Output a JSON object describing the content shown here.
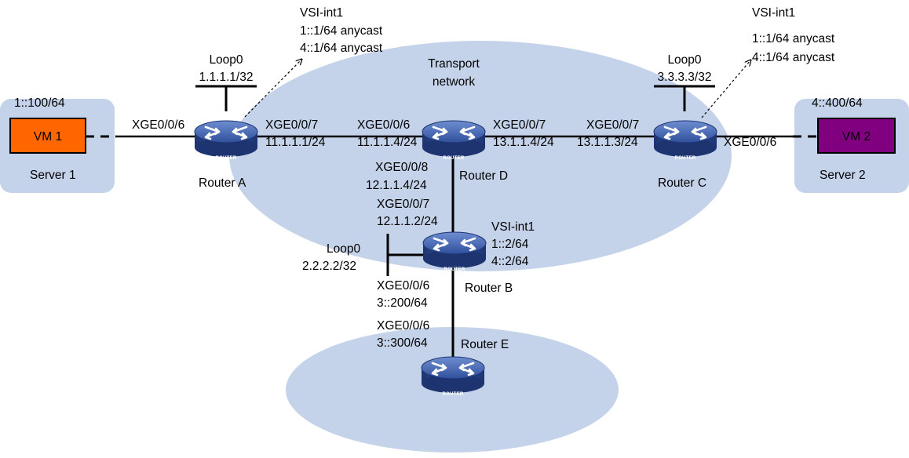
{
  "transport_network": {
    "line1": "Transport",
    "line2": "network"
  },
  "server1": {
    "name": "Server 1",
    "vm_label": "VM 1",
    "vm_addr": "1::100/64",
    "vm_color": "#ff6600"
  },
  "server2": {
    "name": "Server 2",
    "vm_label": "VM 2",
    "vm_addr": "4::400/64",
    "vm_color": "#800080"
  },
  "router_badge": "ROUTER",
  "router_a": {
    "name": "Router A",
    "loop_label": "Loop0",
    "loop_addr": "1.1.1.1/32",
    "vsi_title": "VSI-int1",
    "vsi_line1": "1::1/64 anycast",
    "vsi_line2": "4::1/64 anycast",
    "if_west": "XGE0/0/6",
    "if_east": "XGE0/0/7",
    "if_east_addr": "11.1.1.1/24"
  },
  "router_d": {
    "name": "Router D",
    "if_west": "XGE0/0/6",
    "if_west_addr": "11.1.1.4/24",
    "if_east": "XGE0/0/7",
    "if_east_addr": "13.1.1.4/24",
    "if_south": "XGE0/0/8",
    "if_south_addr": "12.1.1.4/24"
  },
  "router_c": {
    "name": "Router C",
    "loop_label": "Loop0",
    "loop_addr": "3.3.3.3/32",
    "vsi_title": "VSI-int1",
    "vsi_line1": "1::1/64 anycast",
    "vsi_line2": "4::1/64 anycast",
    "if_west": "XGE0/0/7",
    "if_west_addr": "13.1.1.3/24",
    "if_east": "XGE0/0/6"
  },
  "router_b": {
    "name": "Router B",
    "if_north": "XGE0/0/7",
    "if_north_addr": "12.1.1.2/24",
    "loop_label": "Loop0",
    "loop_addr": "2.2.2.2/32",
    "vsi_title": "VSI-int1",
    "vsi_line1": "1::2/64",
    "vsi_line2": "4::2/64",
    "if_south": "XGE0/0/6",
    "if_south_addr": "3::200/64"
  },
  "router_e": {
    "name": "Router E",
    "if_north": "XGE0/0/6",
    "if_north_addr": "3::300/64"
  },
  "colors": {
    "cloud": "#c5d3ea",
    "server_box": "#c5d3ea",
    "router_blue": "#3859a8",
    "line": "#000000"
  }
}
